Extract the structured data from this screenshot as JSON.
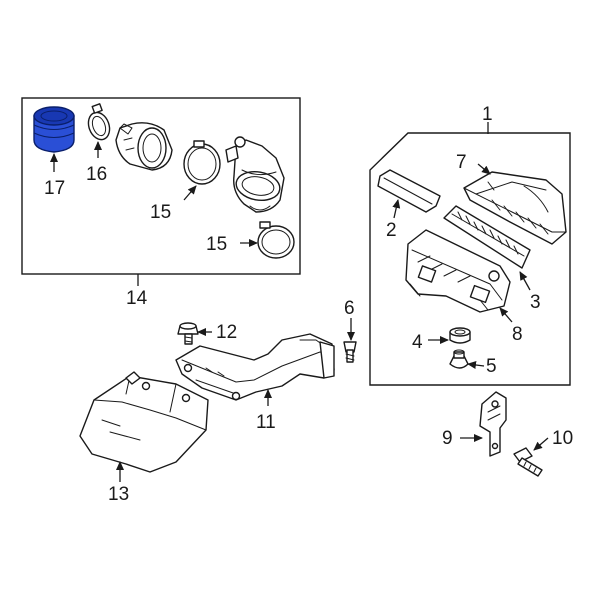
{
  "colors": {
    "highlight": "#2a4fd6",
    "highlight_dark": "#1838b3",
    "line": "#1a1a1a",
    "background": "#ffffff"
  },
  "callouts": {
    "c1": "1",
    "c2": "2",
    "c3": "3",
    "c4": "4",
    "c5": "5",
    "c6": "6",
    "c7": "7",
    "c8": "8",
    "c9": "9",
    "c10": "10",
    "c11": "11",
    "c12": "12",
    "c13": "13",
    "c14": "14",
    "c15a": "15",
    "c15b": "15",
    "c16": "16",
    "c17": "17"
  }
}
